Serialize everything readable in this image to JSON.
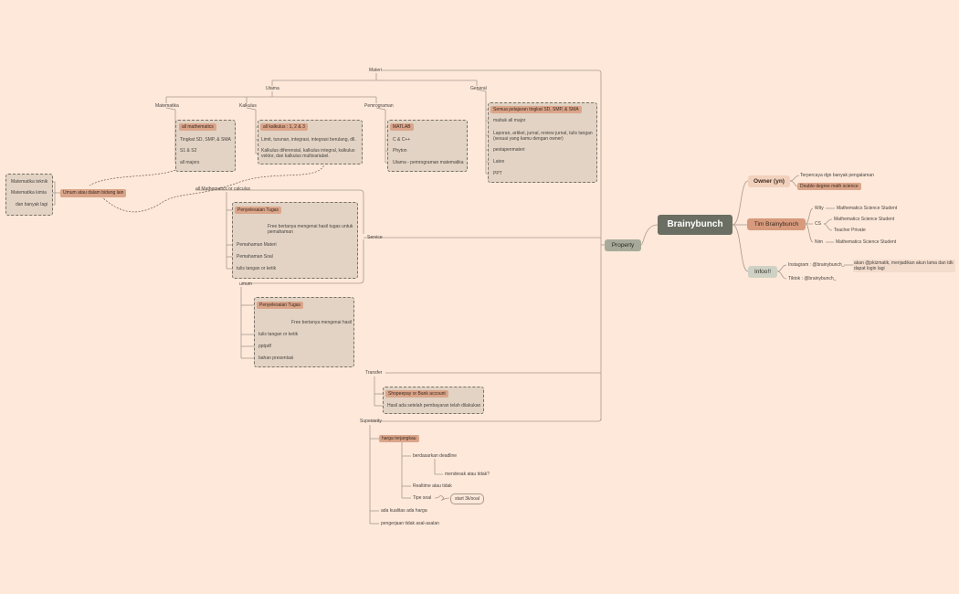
{
  "root": "Brainybunch",
  "property": "Property",
  "owner": {
    "label": "Owner (yn)",
    "items": [
      "Terpercaya dgn banyak pengalaman",
      "Double degree math science"
    ]
  },
  "tim": {
    "label": "Tim Brainybunch",
    "groups": [
      {
        "label": "Wity",
        "items": [
          "Mathematics Science Student"
        ]
      },
      {
        "label": "CS",
        "items": [
          "Mathematics Science Student",
          "Teacher Private"
        ]
      },
      {
        "label": "Nim",
        "items": [
          "Mathematics Science Student"
        ]
      }
    ]
  },
  "infooo": {
    "label": "Infoo!!",
    "items": [
      "Instagram : @brainybunch_",
      "Tiktok : @brainybunch_"
    ],
    "note": "akan @pkizmatik, menjadikan akun lama dan tdk dapat login lagi"
  },
  "materi": {
    "label": "Materi",
    "utama": {
      "label": "Utama",
      "matematika": {
        "label": "Matematika",
        "tag": "all mathematics",
        "items": [
          "Tingkat SD, SMP, & SMA",
          "S1 & S2",
          "all majors"
        ]
      },
      "kalkulus": {
        "label": "Kalkulus",
        "tag": "all kalkulus : 1, 2 & 3",
        "items": [
          "Limit, turunan, integrasi, integrasi berulang, dll.",
          "Kalkulus diferensial, kalkulus integral, kalkulus vektor, dan kalkulus multivariabel."
        ]
      },
      "pemrograman": {
        "label": "Pemrograman",
        "tag": "MATLAB",
        "items": [
          "C & C++",
          "Phyton",
          "Utama - pemrograman matematika"
        ]
      }
    },
    "general": {
      "label": "General",
      "tag": "Semua pelajaran tingkat SD, SMP, & SMA",
      "items": [
        "mabuk all major",
        "Laporan, artikel, jurnal, review jurnal, tulis tangan (sesuai yang kamu dengan owner)",
        "pestapenmateri",
        "Latex",
        "PPT"
      ]
    }
  },
  "left": {
    "tag": "Umum atau dalam bidang lain",
    "items": [
      "Matematika teknik",
      "Matematika kimia",
      "dan banyak lagi"
    ]
  },
  "service": {
    "label": "Service",
    "calc": {
      "label": "all Mathematics or calculus",
      "tag": "Penyelesaian Tugas",
      "sub": "Free bertanya mengenai hasil tugas untuk pemahaman",
      "items": [
        "Pemahaman Materi",
        "Pemahaman Soal",
        "tulis tangan or ketik"
      ]
    },
    "umum": {
      "label": "umum",
      "tag": "Penyelesaian Tugas",
      "sub": "Free bertanya mengenai hasil",
      "items": [
        "tulis tangan or ketik",
        "pptpdf",
        "bahan presentasi"
      ]
    }
  },
  "transfer": {
    "label": "Transfer",
    "tag": "Shopeepay or Bank account",
    "items": [
      "Hasil ada setelah pembayaran telah dilakukan"
    ]
  },
  "superiority": {
    "label": "Superiority",
    "tag": "harga terjangkau",
    "items": [
      "berdasarkan deadline",
      "mendesak atau tidak?",
      "Realtime atau tidak",
      "Tipe soal",
      "start 3k/soal",
      "ada kualitas ada harga",
      "pengerjaan tidak asal-asalan"
    ]
  },
  "colors": {
    "background": "#fde8da",
    "root": "#6b6e62",
    "tag": "#dba58a",
    "box": "#e2d3c4",
    "line": "#a89a8c"
  }
}
